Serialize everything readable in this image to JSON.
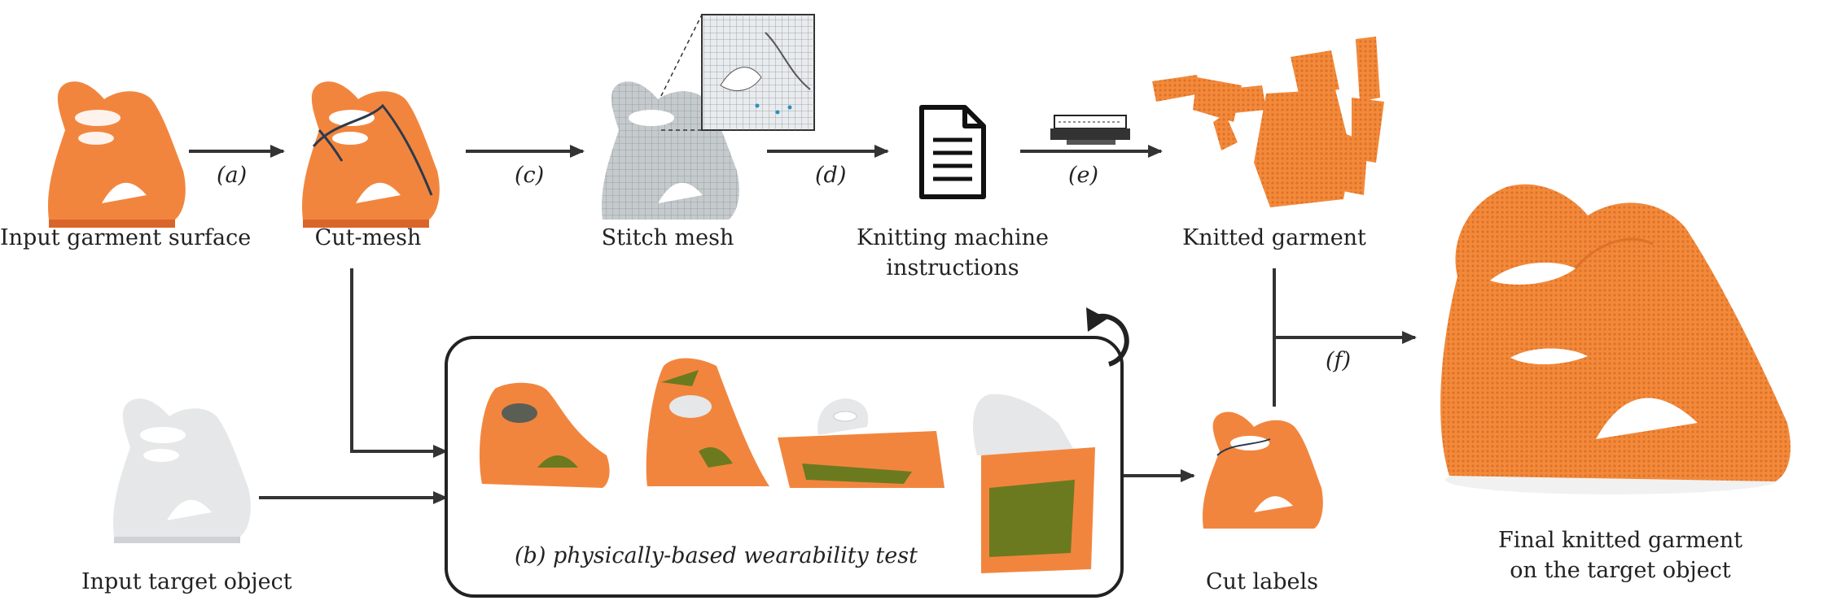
{
  "colors": {
    "garment_orange": "#f2853e",
    "garment_shadow": "#d9652a",
    "target_white": "#e6e7e8",
    "mesh_gray": "#bfc4c7",
    "inner_green": "#6b7a1f",
    "arrow": "#333333"
  },
  "labels": {
    "input_garment": "Input garment surface",
    "cut_mesh": "Cut-mesh",
    "stitch_mesh": "Stitch mesh",
    "instructions_line1": "Knitting machine",
    "instructions_line2": "instructions",
    "knitted_garment": "Knitted garment",
    "input_target": "Input target object",
    "cut_labels": "Cut labels",
    "final_line1": "Final knitted garment",
    "final_line2": "on the target object"
  },
  "steps": {
    "a": "(a)",
    "b": "(b)",
    "c": "(c)",
    "d": "(d)",
    "e": "(e)",
    "f": "(f)"
  },
  "wearability_caption": "physically-based wearability test",
  "icons": {
    "document": "document-icon",
    "knitting_machine": "knitting-machine-icon",
    "loop": "loop-arrow-icon"
  }
}
